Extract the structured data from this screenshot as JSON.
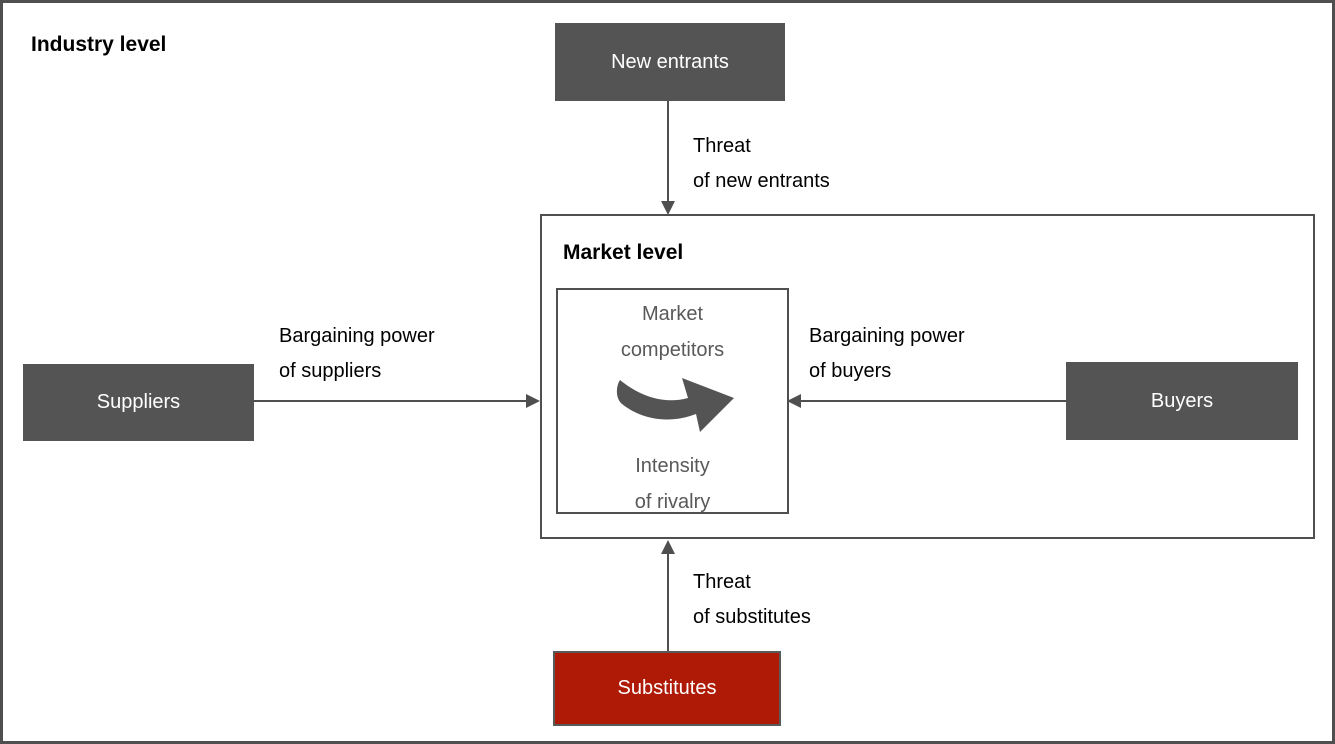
{
  "page": {
    "industry_label": "Industry level",
    "market_label": "Market level"
  },
  "nodes": {
    "new_entrants": {
      "label": "New entrants"
    },
    "suppliers": {
      "label": "Suppliers"
    },
    "buyers": {
      "label": "Buyers"
    },
    "substitutes": {
      "label": "Substitutes"
    }
  },
  "inner": {
    "market_competitors": "Market\ncompetitors",
    "intensity_of_rivalry": "Intensity\nof rivalry"
  },
  "edges": {
    "threat_new_entrants": {
      "label": "Threat\nof new entrants"
    },
    "bargaining_suppliers": {
      "label": "Bargaining power\nof suppliers"
    },
    "bargaining_buyers": {
      "label": "Bargaining power\nof buyers"
    },
    "threat_substitutes": {
      "label": "Threat\nof substitutes"
    }
  },
  "icons": {
    "rivalry_arrow": "curved-right-swoosh-arrow"
  },
  "colors": {
    "node_dark": "#545454",
    "node_red": "#ae1a05",
    "border_gray": "#4f4f4f",
    "muted_text_gray": "#595959",
    "text_black": "#000000",
    "background": "#ffffff"
  }
}
